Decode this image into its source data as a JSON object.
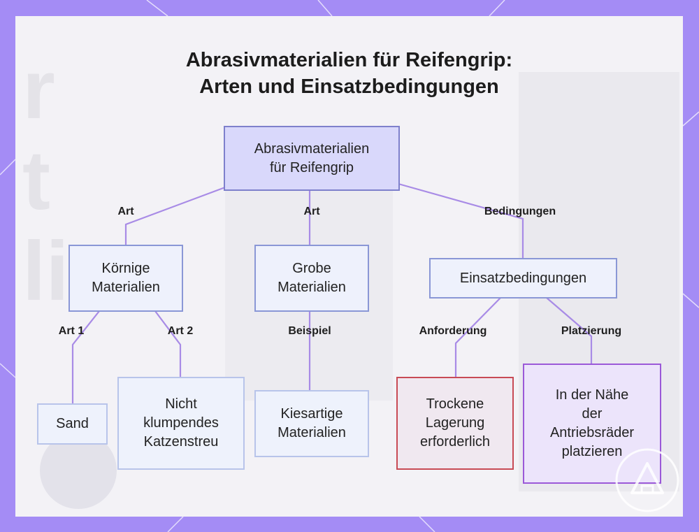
{
  "title": {
    "line1": "Abrasivmaterialien für Reifengrip:",
    "line2": "Arten und Einsatzbedingungen"
  },
  "nodes": {
    "root": "Abrasivmaterialien\nfür Reifengrip",
    "koernig": "Körnige\nMaterialien",
    "grob": "Grobe\nMaterialien",
    "einsatz": "Einsatzbedingungen",
    "sand": "Sand",
    "katzenstreu": "Nicht\nklumpendes\nKatzenstreu",
    "kies": "Kiesartige\nMaterialien",
    "trocken": "Trockene\nLagerung\nerforderlich",
    "naehe": "In der Nähe\nder\nAntriebsräder\nplatzieren"
  },
  "edge_labels": {
    "art_left": "Art",
    "art_center": "Art",
    "bedingungen": "Bedingungen",
    "art1": "Art 1",
    "art2": "Art 2",
    "beispiel": "Beispiel",
    "anforderung": "Anforderung",
    "platzierung": "Platzierung"
  },
  "colors": {
    "frame": "#a48cf5",
    "connector": "#a88be6",
    "root_fill": "#d9d8fb",
    "red_border": "#c84a55",
    "purple_border": "#9b59d8"
  },
  "icons": {
    "watermark": "triangle-logo-icon"
  }
}
